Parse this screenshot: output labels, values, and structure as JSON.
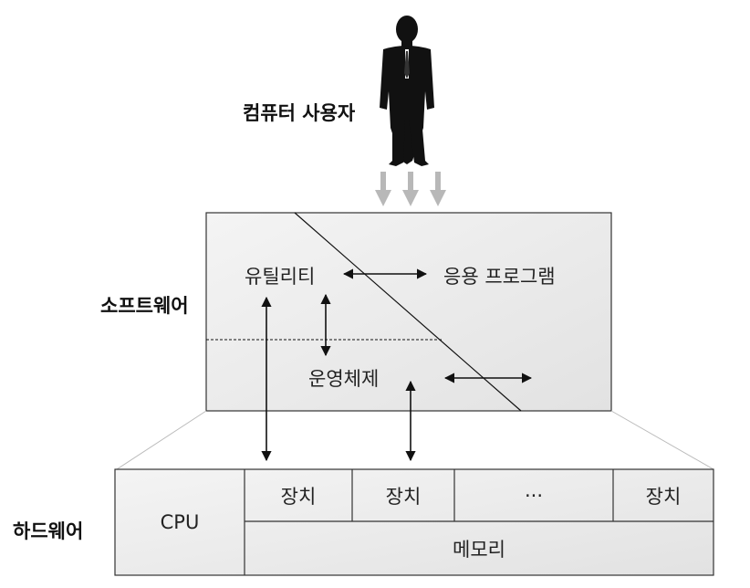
{
  "user": {
    "label": "컴퓨터 사용자",
    "icon": "person-silhouette-icon"
  },
  "software": {
    "label": "소프트웨어",
    "utility": "유틸리티",
    "application": "응용 프로그램",
    "os": "운영체제"
  },
  "hardware": {
    "label": "하드웨어",
    "cpu": "CPU",
    "devices": [
      "장치",
      "장치",
      "···",
      "장치"
    ],
    "memory": "메모리"
  },
  "colors": {
    "box_fill": "#ececec",
    "box_stroke": "#333333",
    "gray_arrow": "#b8b8b8",
    "line": "#111111"
  }
}
